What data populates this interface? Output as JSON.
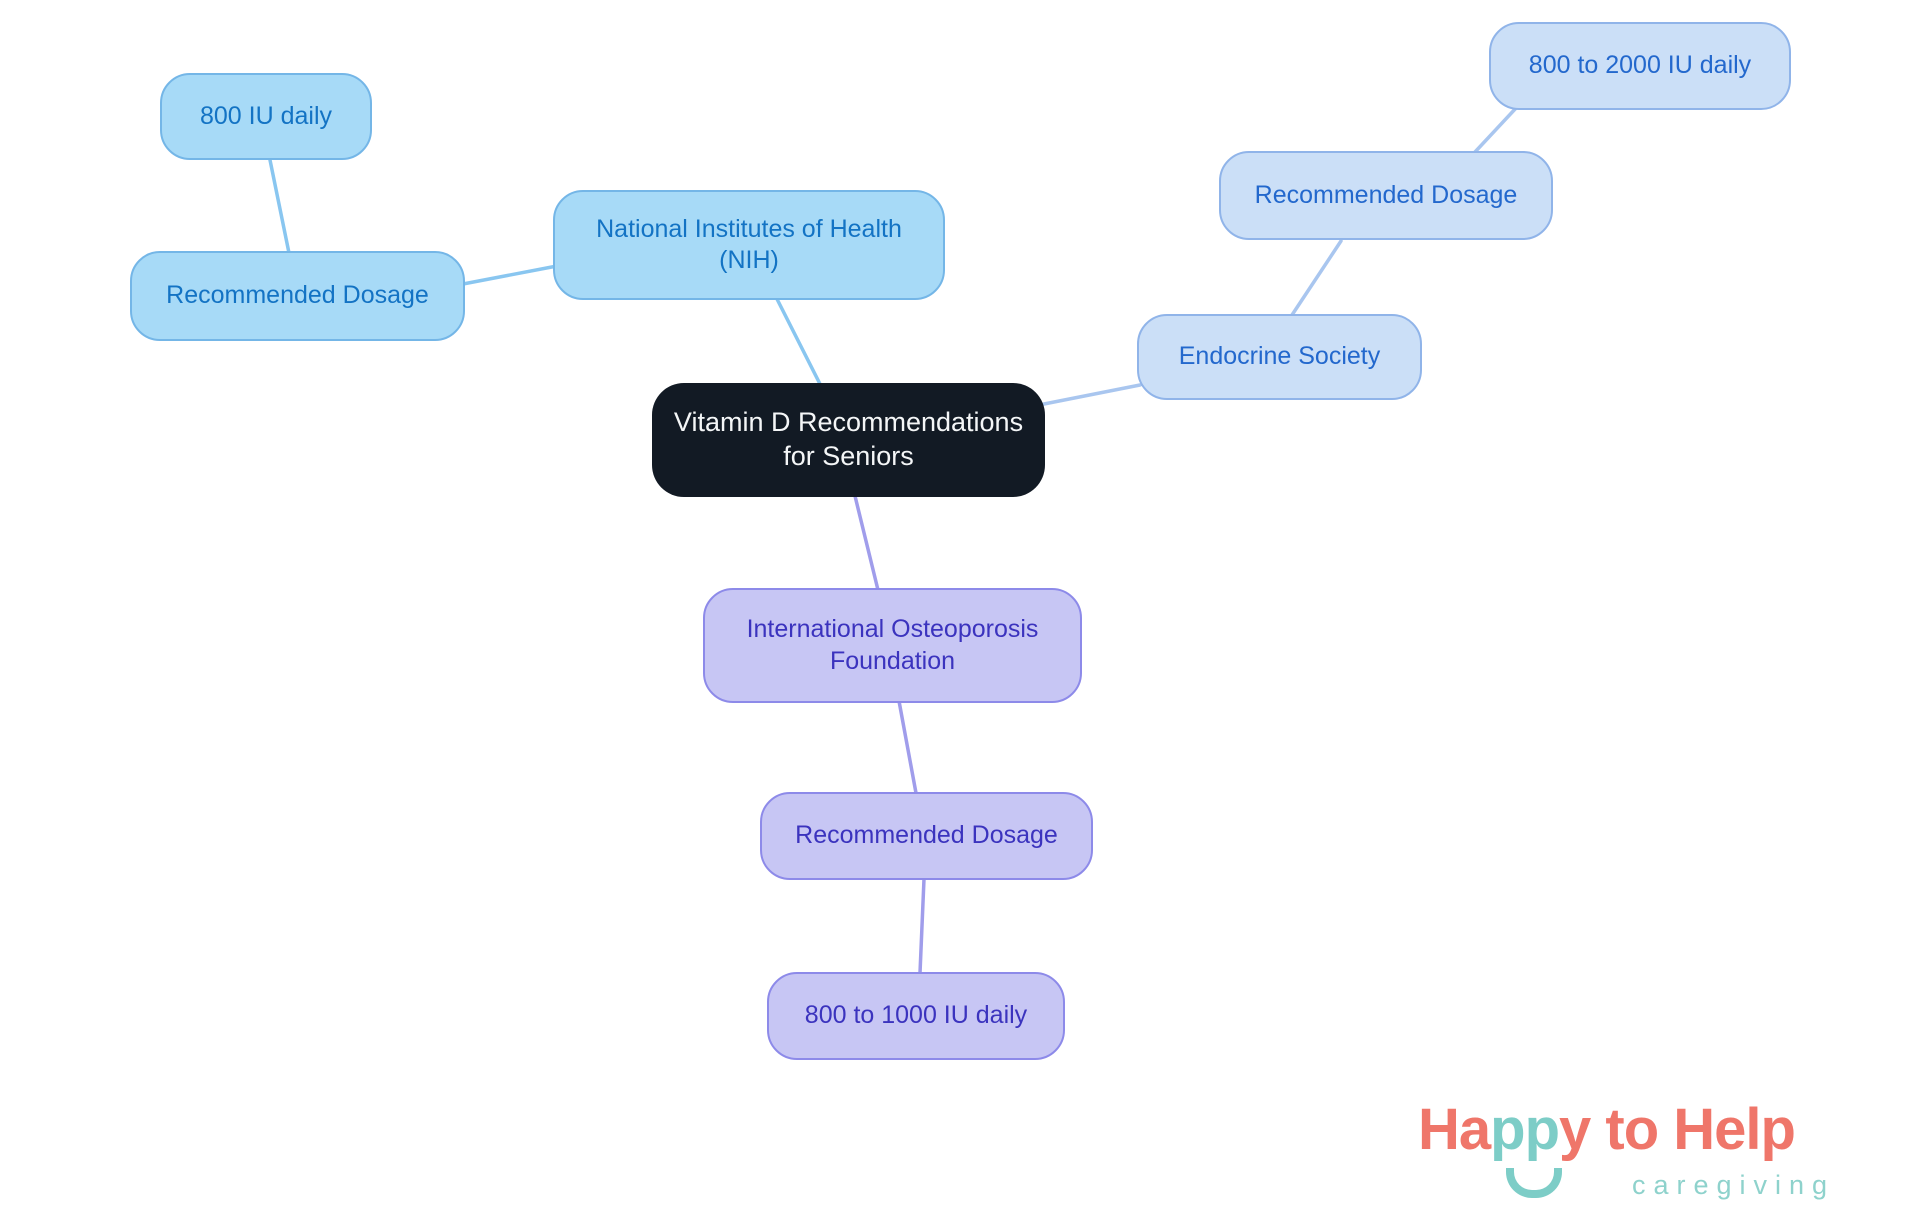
{
  "title": "Vitamin D Recommendations for Seniors",
  "palette": {
    "central_bg": "#121A24",
    "central_text": "#F4F6F7",
    "nih_branch_fill": "#A7DAF7",
    "nih_branch_border": "#74B6E7",
    "nih_branch_text": "#1373C4",
    "nih_branch_line": "#89C6F0",
    "endocrine_branch_fill": "#CBDFF7",
    "endocrine_branch_border": "#90B4E9",
    "endocrine_branch_text": "#2368CD",
    "endocrine_branch_line": "#A9C6EF",
    "iof_branch_fill": "#C7C6F4",
    "iof_branch_border": "#8D8AE9",
    "iof_branch_text": "#3B33BE",
    "iof_branch_line": "#A09DEB"
  },
  "mindmap": {
    "central": "Vitamin D Recommendations for Seniors",
    "branches": [
      {
        "org": "National Institutes of Health (NIH)",
        "dosage_label": "Recommended Dosage",
        "dosage_value": "800 IU daily"
      },
      {
        "org": "Endocrine Society",
        "dosage_label": "Recommended Dosage",
        "dosage_value": "800 to 2000 IU daily"
      },
      {
        "org": "International Osteoporosis Foundation",
        "dosage_label": "Recommended Dosage",
        "dosage_value": "800 to 1000 IU daily"
      }
    ]
  },
  "logo": {
    "part_ha": "Ha",
    "part_pp": "pp",
    "part_rest": "y to Help",
    "tagline": "caregiving",
    "coral": "#EF766A",
    "teal": "#7DCDC7"
  }
}
